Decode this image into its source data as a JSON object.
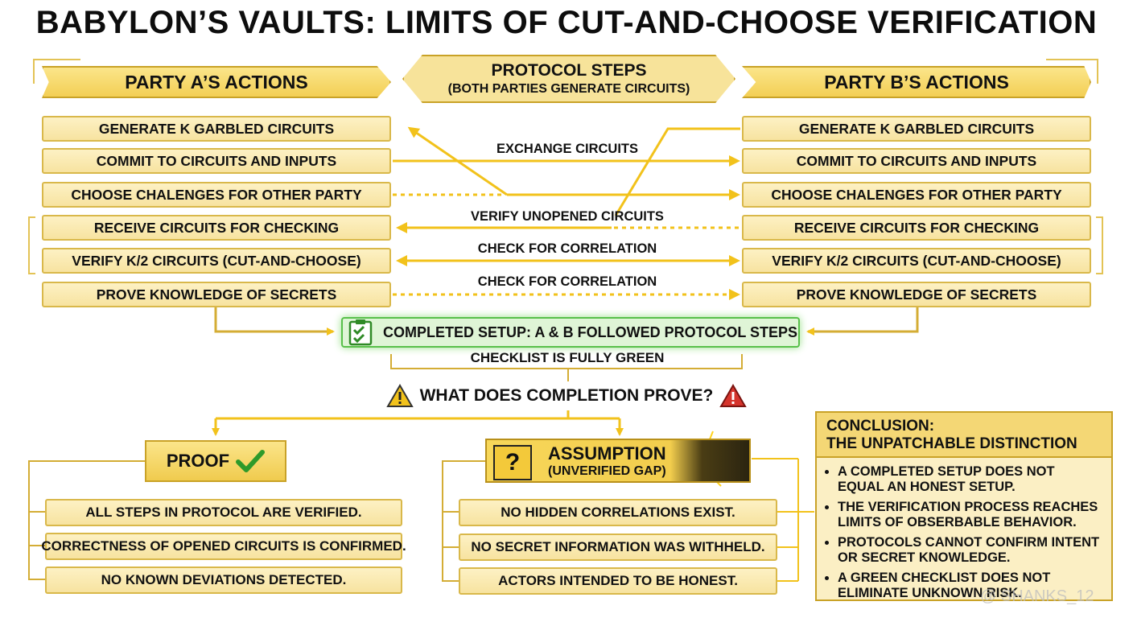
{
  "title": "BABYLON’S VAULTS: LIMITS OF CUT-AND-CHOOSE VERIFICATION",
  "protocol": {
    "title": "PROTOCOL STEPS",
    "subtitle": "(BOTH PARTIES GENERATE CIRCUITS)"
  },
  "party_a": {
    "header": "PARTY A’S ACTIONS",
    "steps": [
      "GENERATE K GARBLED CIRCUITS",
      "COMMIT TO CIRCUITS AND INPUTS",
      "CHOOSE CHALENGES FOR OTHER PARTY",
      "RECEIVE CIRCUITS FOR CHECKING",
      "VERIFY K/2 CIRCUITS (CUT-AND-CHOOSE)",
      "PROVE KNOWLEDGE OF SECRETS"
    ]
  },
  "party_b": {
    "header": "PARTY B’S ACTIONS",
    "steps": [
      "GENERATE K GARBLED CIRCUITS",
      "COMMIT TO CIRCUITS AND INPUTS",
      "CHOOSE CHALENGES FOR OTHER PARTY",
      "RECEIVE CIRCUITS FOR CHECKING",
      "VERIFY K/2 CIRCUITS (CUT-AND-CHOOSE)",
      "PROVE KNOWLEDGE OF SECRETS"
    ]
  },
  "arrow_labels": {
    "exchange": "EXCHANGE CIRCUITS",
    "verify_unopened": "VERIFY UNOPENED CIRCUITS",
    "check_1": "CHECK FOR CORRELATION",
    "check_2": "CHECK FOR CORRELATION"
  },
  "completed": {
    "text": "COMPLETED SETUP: A & B FOLLOWED PROTOCOL STEPS",
    "sub": "CHECKLIST IS FULLY GREEN",
    "icon": "clipboard-check-icon"
  },
  "question": {
    "text": "WHAT DOES COMPLETION PROVE?",
    "icon": "warning-icon"
  },
  "proof": {
    "header": "PROOF",
    "icon": "checkmark-icon",
    "items": [
      "ALL STEPS IN PROTOCOL ARE VERIFIED.",
      "CORRECTNESS OF OPENED CIRCUITS IS CONFIRMED.",
      "NO KNOWN DEVIATIONS DETECTED."
    ]
  },
  "assumption": {
    "header": "ASSUMPTION",
    "sub": "(UNVERIFIED GAP)",
    "icon_text": "?",
    "items": [
      "NO HIDDEN CORRELATIONS EXIST.",
      "NO SECRET INFORMATION WAS WITHHELD.",
      "ACTORS INTENDED TO BE HONEST."
    ]
  },
  "conclusion": {
    "header_1": "CONCLUSION:",
    "header_2": "THE UNPATCHABLE DISTINCTION",
    "bullets": [
      "A COMPLETED SETUP DOES NOT EQUAL AN HONEST SETUP.",
      "THE VERIFICATION PROCESS REACHES LIMITS OF OBSERBABLE BEHAVIOR.",
      "PROTOCOLS CANNOT CONFIRM INTENT OR SECRET KNOWLEDGE.",
      "A GREEN CHECKLIST DOES NOT ELIMINATE UNKNOWN RISK."
    ]
  },
  "watermark": "@ SHANKS_12",
  "colors": {
    "gold": "#d9b23a",
    "pale": "#fbefc4",
    "green": "#58c04a",
    "red": "#d6342c"
  }
}
